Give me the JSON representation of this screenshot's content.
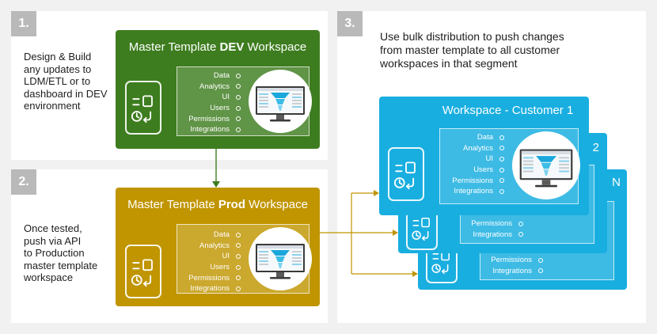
{
  "steps": [
    {
      "number": "1.",
      "text": [
        "Design & Build",
        "any updates to",
        "LDM/ETL or to",
        "dashboard in DEV",
        "environment"
      ]
    },
    {
      "number": "2.",
      "text": [
        "Once tested,",
        "push via API",
        "to Production",
        "master template",
        "workspace"
      ]
    },
    {
      "number": "3.",
      "text": [
        "Use bulk distribution to push changes",
        "from master template to all customer",
        "workspaces in that segment"
      ]
    }
  ],
  "workspaces": {
    "dev": {
      "title_prefix": "Master Template ",
      "title_bold": "DEV",
      "title_suffix": " Workspace",
      "color": "#3e7d1f"
    },
    "prod": {
      "title_prefix": "Master Template ",
      "title_bold": "Prod",
      "title_suffix": " Workspace",
      "color": "#c09500"
    },
    "customer_1": {
      "title": "Workspace - Customer 1",
      "color": "#19aee0"
    },
    "customer_2": {
      "title_fragment": "2",
      "color": "#19aee0"
    },
    "customer_n": {
      "title_fragment": "N",
      "color": "#19aee0"
    }
  },
  "components": [
    "Data",
    "Analytics",
    "UI",
    "Users",
    "Permissions",
    "Integrations"
  ],
  "components_partial": [
    "Permissions",
    "Integrations"
  ],
  "arrow_color": "#c09500",
  "dev_arrow_color": "#3e7d1f"
}
